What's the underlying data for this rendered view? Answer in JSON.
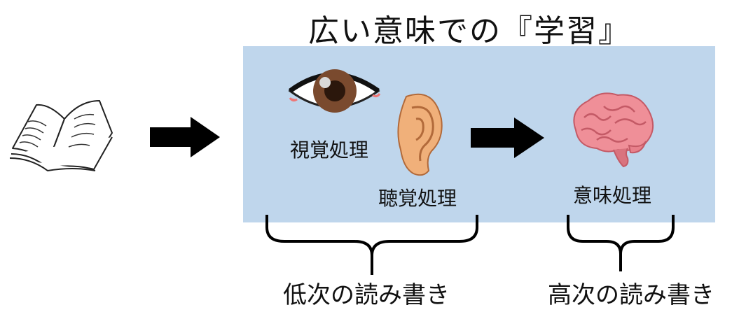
{
  "title": "広い意味での『学習』",
  "labels": {
    "visual": "視覚処理",
    "auditory": "聴覚処理",
    "meaning": "意味処理"
  },
  "brackets": {
    "low": "低次の読み書き",
    "high": "高次の読み書き"
  },
  "colors": {
    "panel": "#bfd6ec",
    "brain": "#ef8f98",
    "ear": "#f0b07a",
    "iris": "#7a4a2e"
  },
  "icons": [
    "book-icon",
    "eye-icon",
    "ear-icon",
    "brain-icon",
    "arrow-right-icon"
  ]
}
